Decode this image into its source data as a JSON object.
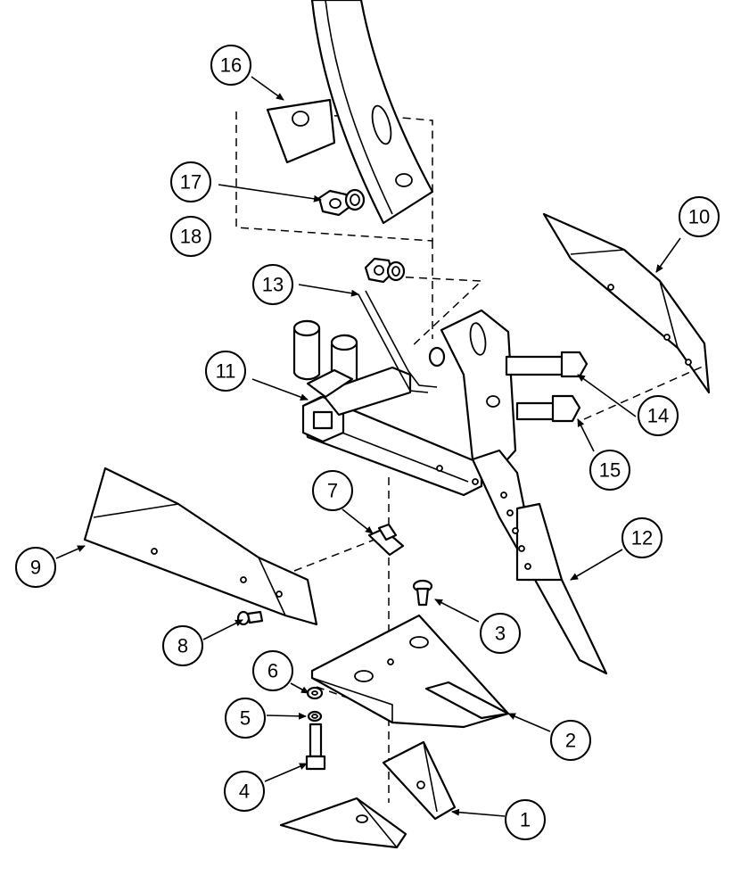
{
  "callouts": [
    {
      "id": "16",
      "label": "16"
    },
    {
      "id": "17",
      "label": "17"
    },
    {
      "id": "18",
      "label": "18"
    },
    {
      "id": "10",
      "label": "10"
    },
    {
      "id": "13",
      "label": "13"
    },
    {
      "id": "11",
      "label": "11"
    },
    {
      "id": "14",
      "label": "14"
    },
    {
      "id": "15",
      "label": "15"
    },
    {
      "id": "7",
      "label": "7"
    },
    {
      "id": "12",
      "label": "12"
    },
    {
      "id": "9",
      "label": "9"
    },
    {
      "id": "3",
      "label": "3"
    },
    {
      "id": "8",
      "label": "8"
    },
    {
      "id": "6",
      "label": "6"
    },
    {
      "id": "5",
      "label": "5"
    },
    {
      "id": "2",
      "label": "2"
    },
    {
      "id": "4",
      "label": "4"
    },
    {
      "id": "1",
      "label": "1"
    }
  ]
}
